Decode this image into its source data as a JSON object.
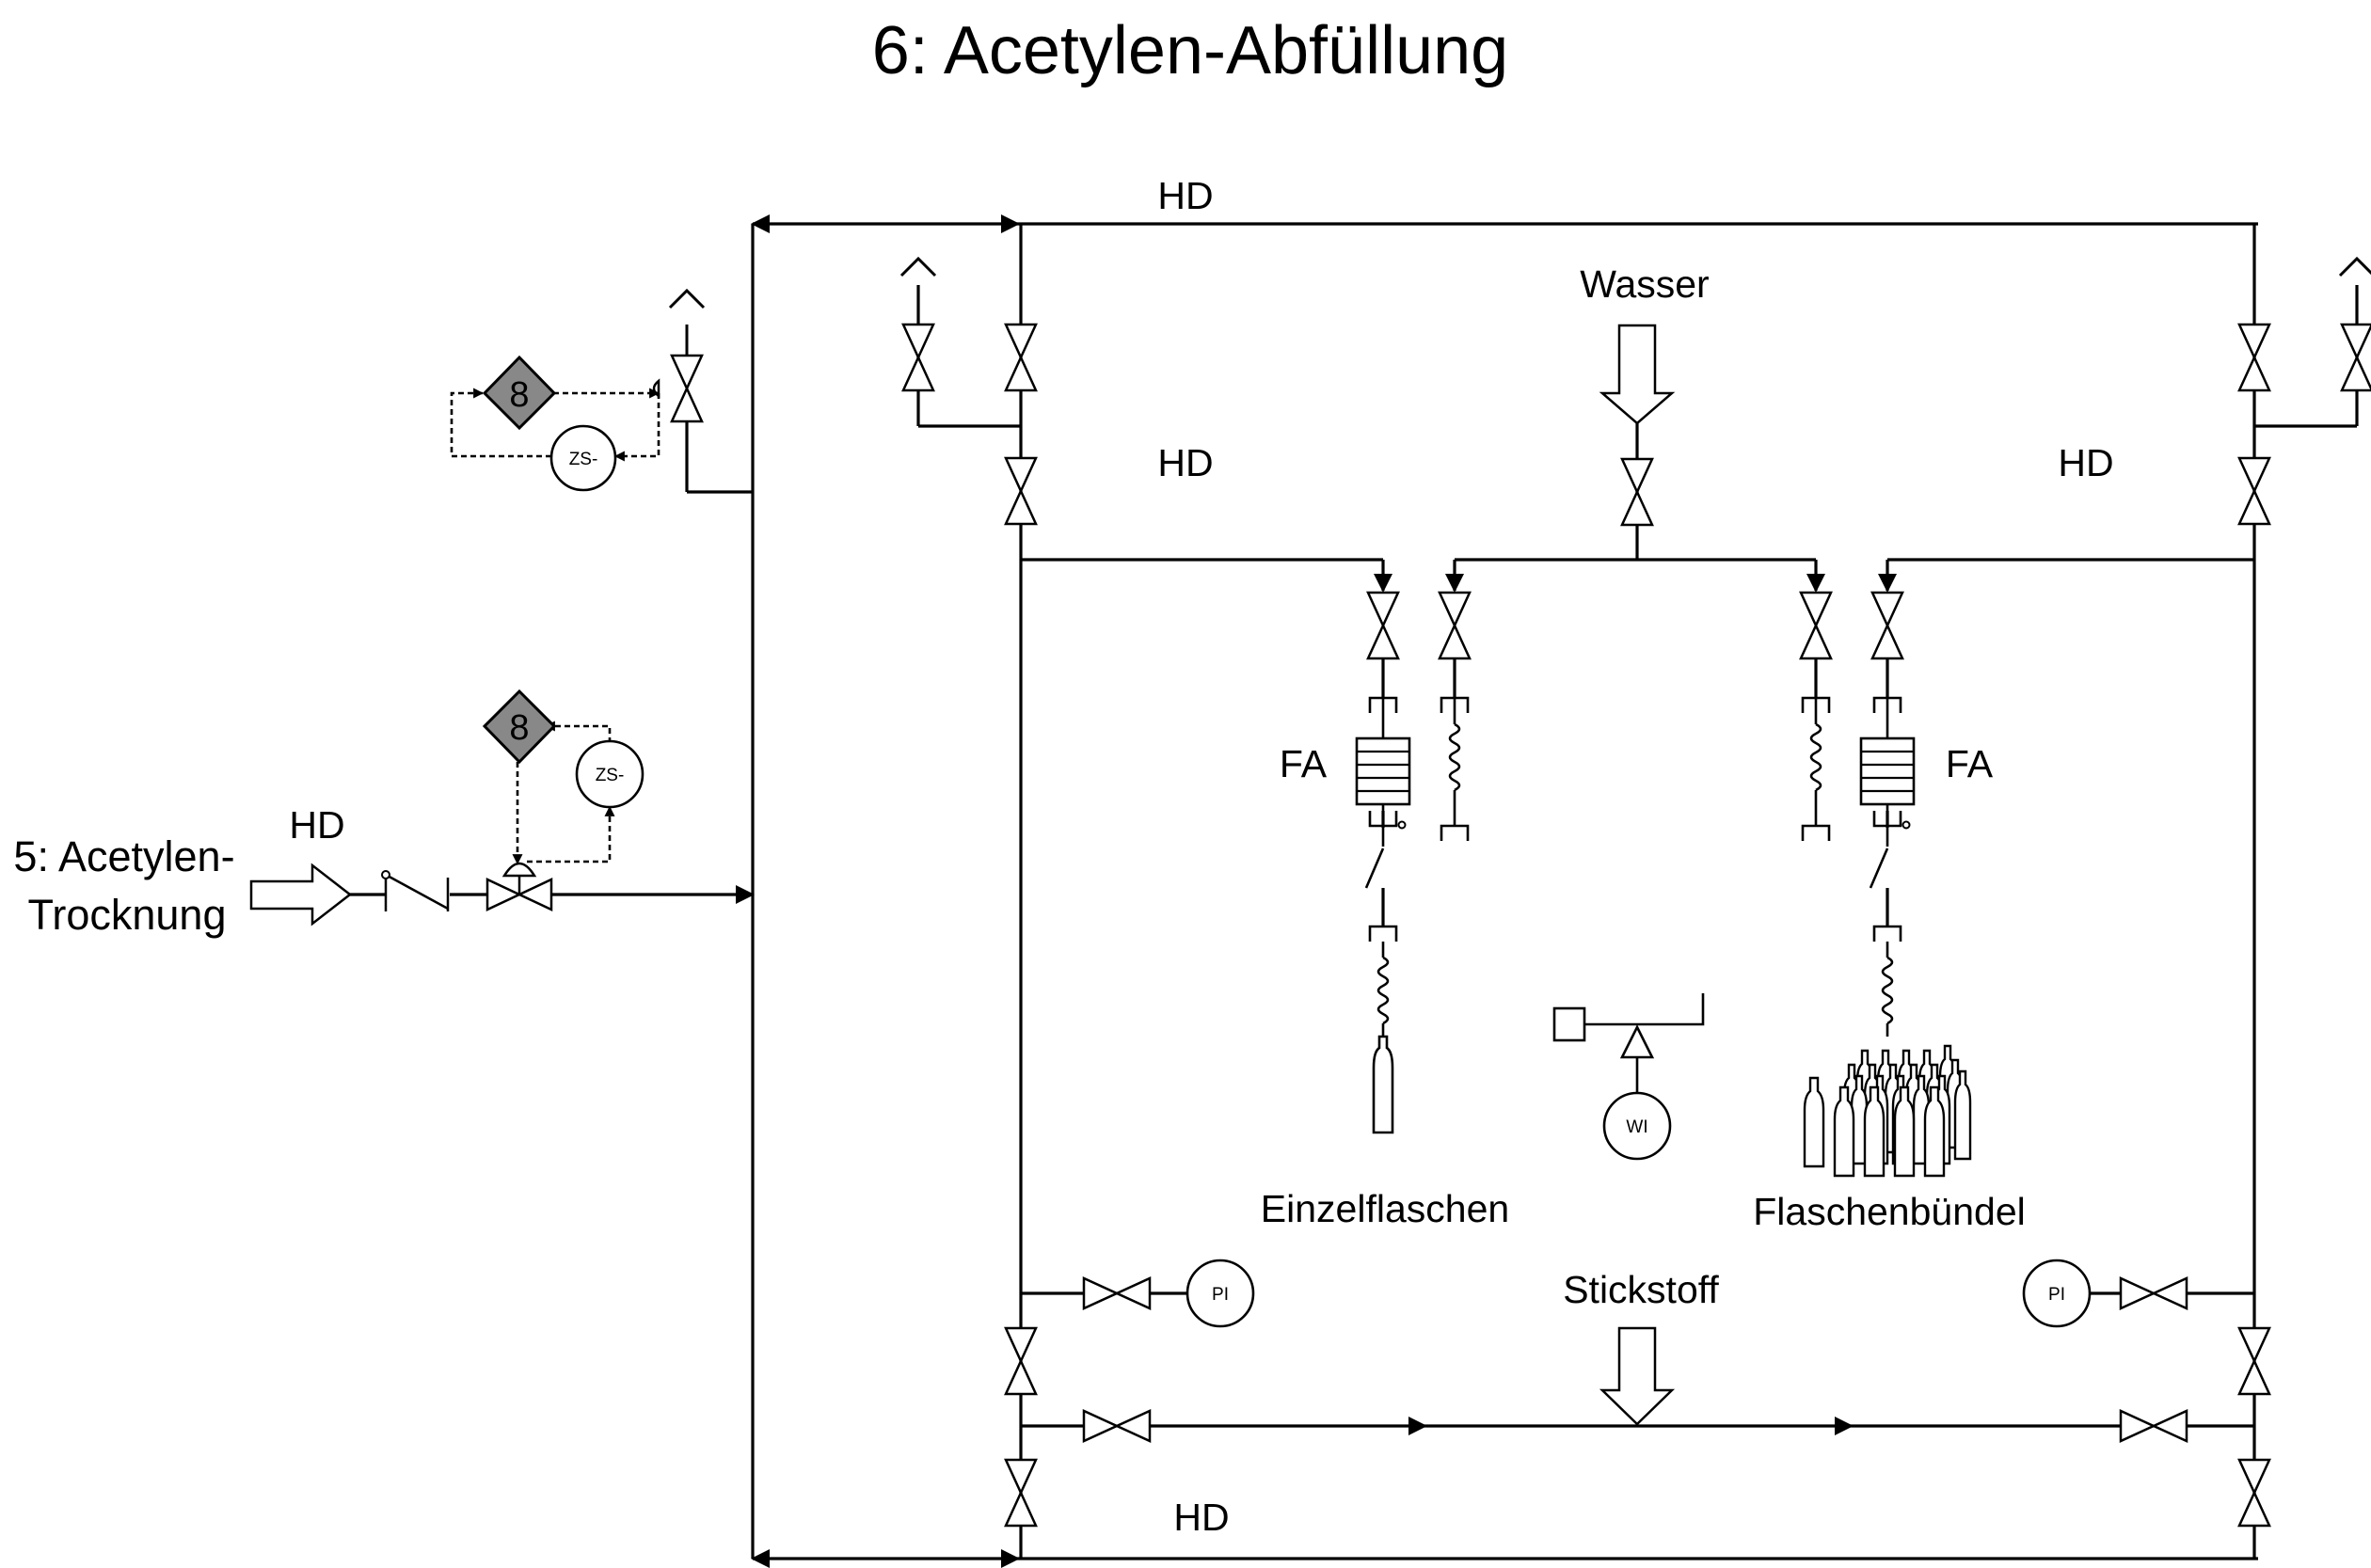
{
  "title": "6: Acetylen-Abfüllung",
  "labels": {
    "hd_top": "HD",
    "hd_left_mid": "HD",
    "hd_right_mid": "HD",
    "hd_bottom": "HD",
    "hd_inlet": "HD",
    "wasser": "Wasser",
    "stickstoff": "Stickstoff",
    "fa_left": "FA",
    "fa_right": "FA",
    "einzelflaschen": "Einzelflaschen",
    "flaschenbuendel": "Flaschenbündel",
    "inlet_line1": "5: Acetylen-",
    "inlet_line2": "Trocknung"
  },
  "instruments": {
    "zs_top": "ZS-",
    "zs_bottom": "ZS-",
    "interlock_top": "8",
    "interlock_bottom": "8",
    "wi": "WI",
    "pi_left": "PI",
    "pi_right": "PI"
  }
}
